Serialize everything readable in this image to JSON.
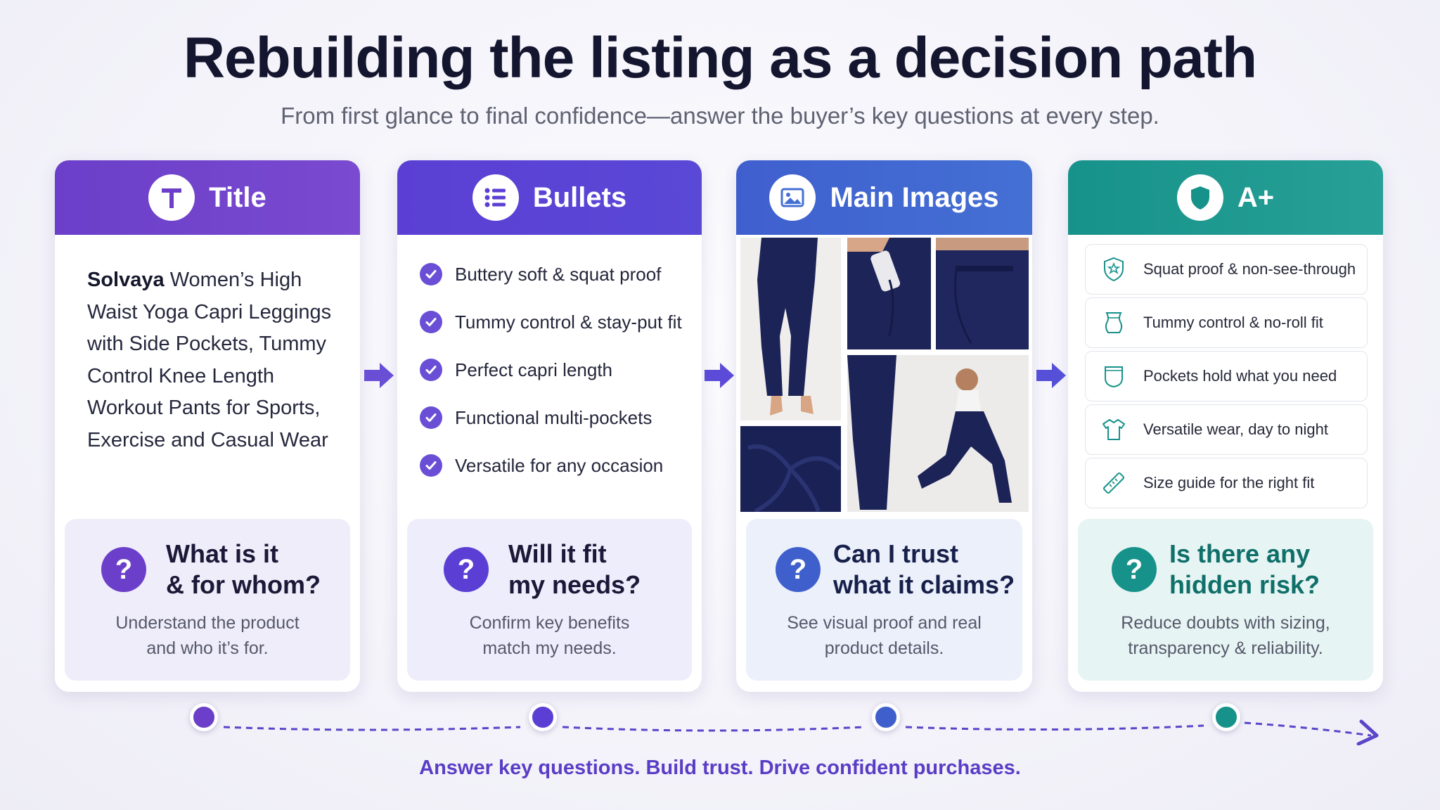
{
  "header": {
    "title": "Rebuilding the listing as a decision path",
    "subtitle": "From first glance to final confidence—answer the buyer’s key questions at every step."
  },
  "cards": [
    {
      "heading": "Title",
      "icon": "letter-t-icon",
      "accent": "#6b3fc9",
      "brand": "Solvaya",
      "product_title": "Women’s High Waist Yoga Capri Leggings with Side Pockets, Tummy Control Knee Length Workout Pants for Sports, Exercise and Casual Wear",
      "question": [
        "What is it",
        "& for whom?"
      ],
      "description": [
        "Understand the product",
        "and who it’s for."
      ]
    },
    {
      "heading": "Bullets",
      "icon": "list-icon",
      "accent": "#5b3fd4",
      "bullets": [
        "Buttery soft & squat proof",
        "Tummy control & stay-put fit",
        "Perfect capri length",
        "Functional multi-pockets",
        "Versatile for any occasion"
      ],
      "question": [
        "Will it fit",
        "my needs?"
      ],
      "description": [
        "Confirm key benefits",
        "match my needs."
      ]
    },
    {
      "heading": "Main Images",
      "icon": "image-icon",
      "accent": "#4470d4",
      "images": [
        "leggings-back-view",
        "phone-in-side-pocket",
        "waistband-pocket-closeup",
        "fabric-swatch-navy",
        "model-lunge-pose"
      ],
      "question": [
        "Can I trust",
        "what it claims?"
      ],
      "description": [
        "See visual proof and real",
        "product details."
      ]
    },
    {
      "heading": "A+",
      "icon": "shield-icon",
      "accent": "#17928a",
      "features": [
        {
          "icon": "shield-star-icon",
          "label": "Squat proof & non-see-through"
        },
        {
          "icon": "waist-icon",
          "label": "Tummy control & no-roll fit"
        },
        {
          "icon": "pocket-icon",
          "label": "Pockets hold what you need"
        },
        {
          "icon": "tshirt-icon",
          "label": "Versatile wear, day to night"
        },
        {
          "icon": "ruler-icon",
          "label": "Size guide for the right fit"
        }
      ],
      "question": [
        "Is there any",
        "hidden risk?"
      ],
      "description": [
        "Reduce doubts with sizing,",
        "transparency & reliability."
      ]
    }
  ],
  "footer": {
    "tagline": "Answer key questions. Build trust. Drive confident purchases."
  }
}
